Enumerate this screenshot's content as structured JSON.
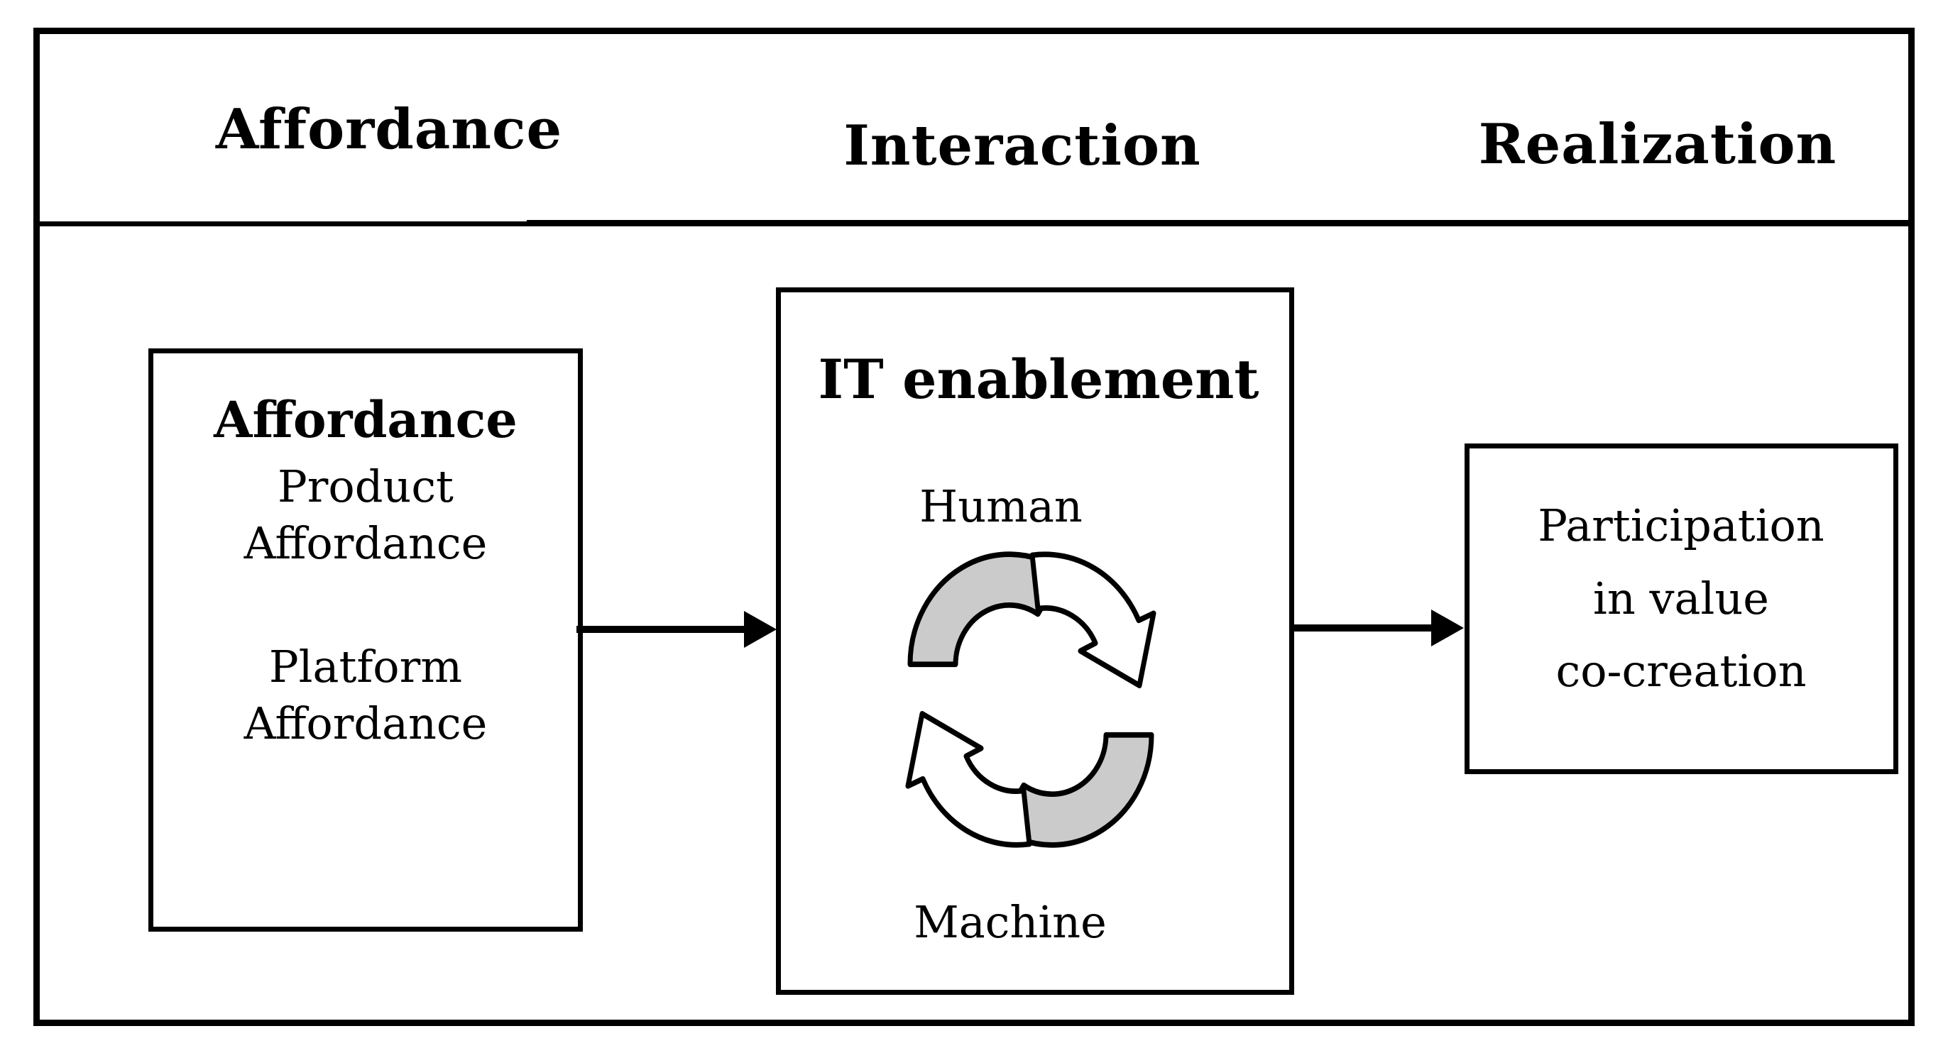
{
  "diagram": {
    "header": {
      "columns": [
        {
          "label": "Affordance"
        },
        {
          "label": "Interaction"
        },
        {
          "label": "Realization"
        }
      ]
    },
    "affordance_box": {
      "title": "Affordance",
      "items": [
        {
          "line1": "Product",
          "line2": "Affordance"
        },
        {
          "line1": "Platform",
          "line2": "Affordance"
        }
      ]
    },
    "interaction_box": {
      "title": "IT enablement",
      "human_label": "Human",
      "machine_label": "Machine",
      "icon": "human-machine-cycle-icon"
    },
    "realization_box": {
      "line1": "Participation",
      "line2": "in value",
      "line3": "co-creation"
    },
    "colors": {
      "line_black": "#000000",
      "icon_gray": "#cbcbcb",
      "background": "#ffffff"
    }
  }
}
